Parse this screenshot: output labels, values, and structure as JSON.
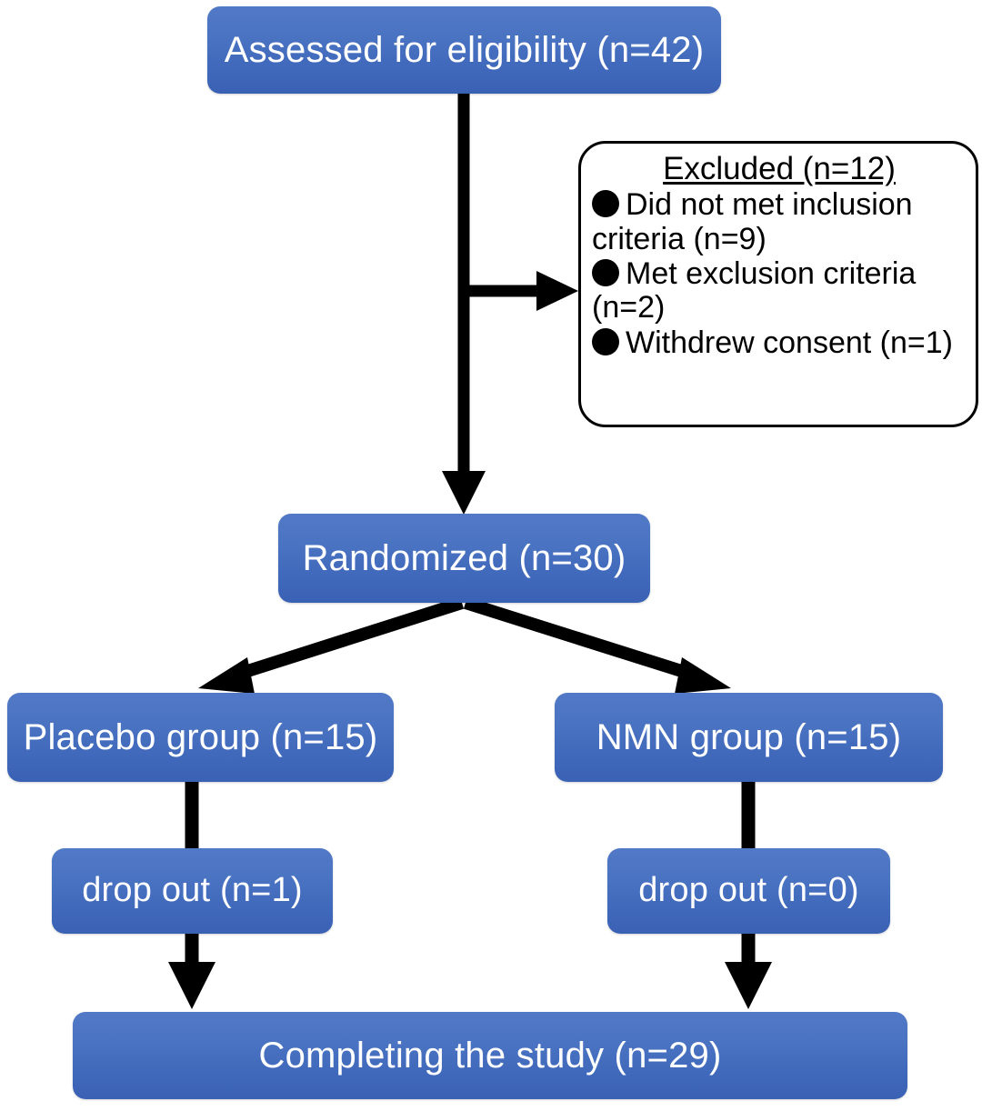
{
  "diagram": {
    "type": "flowchart",
    "title": "CONSORT participant flow diagram",
    "accent_color": "#4a73c2",
    "line_color": "#000000",
    "panel_bg": "#ffffff"
  },
  "nodes": {
    "assessed": {
      "label": "Assessed for eligibility (n=42)",
      "n": 42
    },
    "randomized": {
      "label": "Randomized (n=30)",
      "n": 30
    },
    "placebo": {
      "label": "Placebo group (n=15)",
      "n": 15
    },
    "nmn": {
      "label": "NMN group (n=15)",
      "n": 15
    },
    "dropout_placebo": {
      "label": "drop out (n=1)",
      "n": 1
    },
    "dropout_nmn": {
      "label": "drop out (n=0)",
      "n": 0
    },
    "completing": {
      "label": "Completing the study (n=29)",
      "n": 29
    }
  },
  "excluded": {
    "title": "Excluded (n=12)",
    "n": 12,
    "items": [
      {
        "text": "Did not met inclusion criteria (n=9)",
        "n": 9
      },
      {
        "text": "Met exclusion criteria (n=2)",
        "n": 2
      },
      {
        "text": "Withdrew consent (n=1)",
        "n": 1
      }
    ]
  },
  "edges": [
    {
      "from": "assessed",
      "to": "randomized",
      "style": "arrow-down"
    },
    {
      "from": "assessed",
      "to": "excluded",
      "style": "arrow-right-branch"
    },
    {
      "from": "randomized",
      "to": "placebo",
      "style": "arrow-diagonal-left"
    },
    {
      "from": "randomized",
      "to": "nmn",
      "style": "arrow-diagonal-right"
    },
    {
      "from": "placebo",
      "to": "dropout_placebo",
      "style": "line-down"
    },
    {
      "from": "dropout_placebo",
      "to": "completing",
      "style": "arrow-down"
    },
    {
      "from": "nmn",
      "to": "dropout_nmn",
      "style": "line-down"
    },
    {
      "from": "dropout_nmn",
      "to": "completing",
      "style": "arrow-down"
    }
  ]
}
